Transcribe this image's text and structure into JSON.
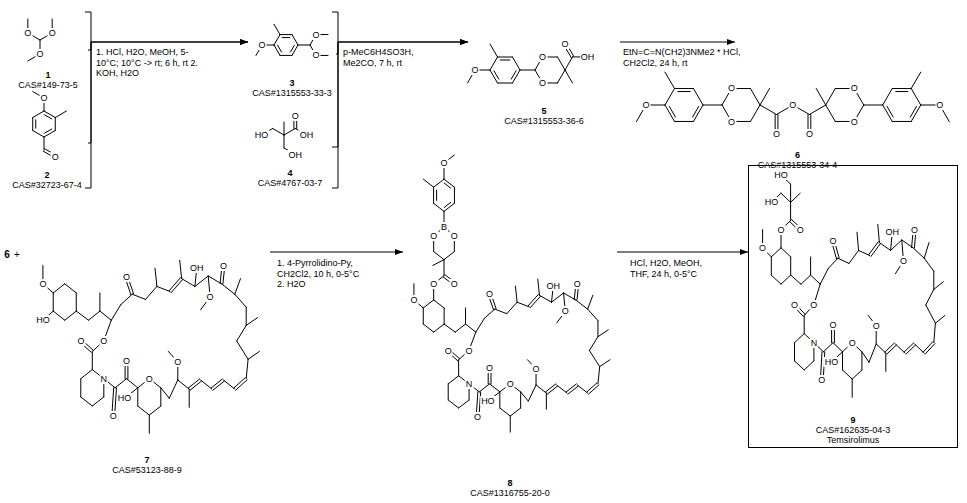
{
  "diagram": {
    "nodes": [
      {
        "text": [
          "1",
          "CAS#149-73-5"
        ]
      },
      {
        "text": [
          "2",
          "CAS#32723-67-4"
        ]
      },
      {
        "text": [
          "3",
          "CAS#1315553-33-3"
        ]
      },
      {
        "text": [
          "4",
          "CAS#4767-03-7"
        ]
      },
      {
        "text": [
          "5",
          "CAS#1315553-36-6"
        ]
      },
      {
        "text": [
          "6",
          "CAS#1315553-34-4"
        ]
      },
      {
        "text": [
          "7",
          "CAS#53123-88-9"
        ]
      },
      {
        "text": [
          "8",
          "CAS#1316755-20-0"
        ]
      },
      {
        "text": [
          "9",
          "CAS#162635-04-3",
          "Temsirolimus"
        ]
      }
    ],
    "edges": [
      {
        "from": 0,
        "to": 2,
        "arrow": "to",
        "label": "1. HCl, H2O, MeOH, 5-10°C; 10°C -> rt; 6 h, rt 2. KOH, H2O"
      },
      {
        "from": 1,
        "to": 2,
        "arrow": "to"
      },
      {
        "from": 2,
        "to": 4,
        "arrow": "to",
        "label": "p-MeC6H4SO3H, Me2CO, 7 h, rt"
      },
      {
        "from": 3,
        "to": 4,
        "arrow": "to"
      },
      {
        "from": 4,
        "to": 5,
        "arrow": "to",
        "label": "EtN=C=N(CH2)3NMe2 * HCl, CH2Cl2, 24 h, rt"
      },
      {
        "from": 6,
        "to": 7,
        "arrow": "to",
        "label": "1. 4-Pyrrolidino-Py, CH2Cl2, 10 h, 0-5°C 2. H2O"
      },
      {
        "from": 7,
        "to": 8,
        "arrow": "to",
        "label": "HCl, H2O, MeOH, THF, 24 h, 0-5°C"
      }
    ],
    "labels": [
      "O",
      "O",
      "O",
      "O",
      "O",
      "O",
      "O",
      "O",
      "O",
      "HO",
      "OH",
      "OH",
      "O",
      "O",
      "O",
      "O",
      "OH",
      "O",
      "O",
      "O",
      "O",
      "O",
      "O",
      "O",
      "O",
      "O",
      "6",
      "+",
      "O",
      "O",
      "OH",
      "O",
      "O",
      "O",
      "O",
      "N",
      "O",
      "O",
      "HO",
      "O",
      "O",
      "HO",
      "O",
      "O",
      "B",
      "O",
      "O",
      "O",
      "O",
      "O",
      "OH",
      "O",
      "O",
      "O",
      "O",
      "N",
      "O",
      "O",
      "HO",
      "O",
      "O",
      "HO",
      "HO",
      "O",
      "O",
      "O",
      "O",
      "OH",
      "O",
      "O",
      "O",
      "O",
      "N",
      "O",
      "O",
      "HO",
      "O",
      "O"
    ]
  }
}
